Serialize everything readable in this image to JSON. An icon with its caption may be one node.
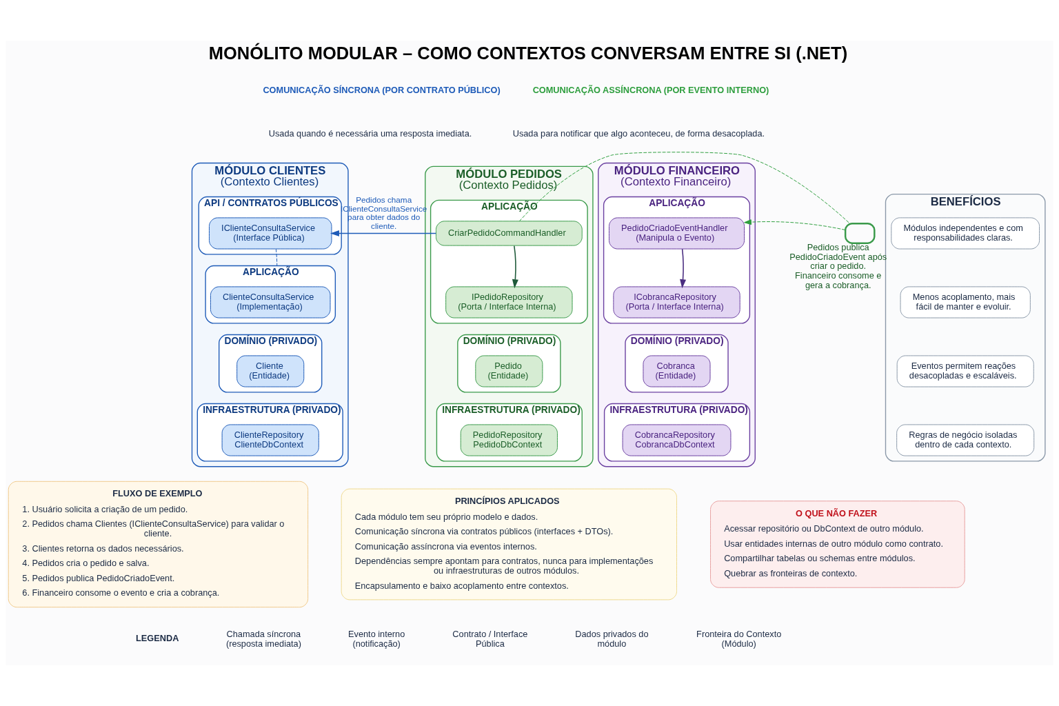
{
  "diagram": {
    "title": "MONÓLITO MODULAR – COMO CONTEXTOS CONVERSAM ENTRE SI (.NET)",
    "nodes": [
      {
        "text": [
          "MÓDULO CLIENTES",
          "(Contexto Clientes)"
        ]
      },
      {
        "text": [
          "API / CONTRATOS PÚBLICOS"
        ],
        "in": 0
      },
      {
        "text": [
          "IClienteConsultaService",
          "(Interface Pública)"
        ],
        "in": 1
      },
      {
        "text": [
          "APLICAÇÃO"
        ],
        "in": 0
      },
      {
        "text": [
          "ClienteConsultaService",
          "(Implementação)"
        ],
        "in": 3
      },
      {
        "text": [
          "DOMÍNIO (PRIVADO)"
        ],
        "in": 0
      },
      {
        "text": [
          "Cliente",
          "(Entidade)"
        ],
        "in": 5
      },
      {
        "text": [
          "INFRAESTRUTURA (PRIVADO)"
        ],
        "in": 0
      },
      {
        "text": [
          "ClienteRepository",
          "ClienteDbContext"
        ],
        "in": 7
      },
      {
        "text": [
          "MÓDULO PEDIDOS",
          "(Contexto Pedidos)"
        ]
      },
      {
        "text": [
          "APLICAÇÃO"
        ],
        "in": 9
      },
      {
        "text": [
          "CriarPedidoCommandHandler"
        ],
        "in": 10
      },
      {
        "text": [
          "IPedidoRepository",
          "(Porta / Interface Interna)"
        ],
        "in": 10
      },
      {
        "text": [
          "DOMÍNIO (PRIVADO)"
        ],
        "in": 9
      },
      {
        "text": [
          "Pedido",
          "(Entidade)"
        ],
        "in": 13
      },
      {
        "text": [
          "INFRAESTRUTURA (PRIVADO)"
        ],
        "in": 9
      },
      {
        "text": [
          "PedidoRepository",
          "PedidoDbContext"
        ],
        "in": 15
      },
      {
        "text": [
          "MÓDULO FINANCEIRO",
          "(Contexto Financeiro)"
        ]
      },
      {
        "text": [
          "APLICAÇÃO"
        ],
        "in": 17
      },
      {
        "text": [
          "PedidoCriadoEventHandler",
          "(Manipula o Evento)"
        ],
        "in": 18
      },
      {
        "text": [
          "ICobrancaRepository",
          "(Porta / Interface Interna)"
        ],
        "in": 18
      },
      {
        "text": [
          "DOMÍNIO (PRIVADO)"
        ],
        "in": 17
      },
      {
        "text": [
          "Cobranca",
          "(Entidade)"
        ],
        "in": 21
      },
      {
        "text": [
          "INFRAESTRUTURA (PRIVADO)"
        ],
        "in": 17
      },
      {
        "text": [
          "CobrancaRepository",
          "CobrancaDbContext"
        ],
        "in": 23
      },
      {
        "text": [],
        "shape": "envelope",
        "beside": [
          "Pedidos publica PedidoCriadoEvent após criar o pedido. Financeiro consome e gera a cobrança."
        ]
      },
      {
        "text": [
          "BENEFÍCIOS"
        ]
      },
      {
        "text": [
          "Módulos independentes e com responsabilidades claras."
        ],
        "in": 26
      },
      {
        "text": [
          "Menos acoplamento, mais fácil de manter e evoluir."
        ],
        "in": 26
      },
      {
        "text": [
          "Eventos permitem reações desacopladas e escaláveis."
        ],
        "in": 26
      },
      {
        "text": [
          "Regras de negócio isoladas dentro de cada contexto."
        ],
        "in": 26
      },
      {
        "text": [
          "FLUXO DE EXEMPLO",
          "1. Usuário solicita a criação de um pedido.",
          "2. Pedidos chama Clientes (IClienteConsultaService) para validar o cliente.",
          "3. Clientes retorna os dados necessários.",
          "4. Pedidos cria o pedido e salva.",
          "5. Pedidos publica PedidoCriadoEvent.",
          "6. Financeiro consome o evento e cria a cobrança."
        ]
      },
      {
        "text": [
          "PRINCÍPIOS APLICADOS",
          "Cada módulo tem seu próprio modelo e dados.",
          "Comunicação síncrona via contratos públicos (interfaces + DTOs).",
          "Comunicação assíncrona via eventos internos.",
          "Dependências sempre apontam para contratos, nunca para implementações ou infraestruturas de outros módulos.",
          "Encapsulamento e baixo acoplamento entre contextos."
        ]
      },
      {
        "text": [
          "O QUE NÃO FAZER",
          "Acessar repositório ou DbContext de outro módulo.",
          "Usar entidades internas de outro módulo como contrato.",
          "Compartilhar tabelas ou schemas entre módulos.",
          "Quebrar as fronteiras de contexto."
        ]
      }
    ],
    "edges": [
      {
        "from": 11,
        "to": 2,
        "arrow": "to",
        "label": "Pedidos chama IClienteConsultaService para obter dados do cliente.",
        "color": "#1e5bb8"
      },
      {
        "from": 2,
        "to": 3,
        "arrow": "none",
        "style": "dashed",
        "color": "#1e5bb8"
      },
      {
        "from": 11,
        "to": 12,
        "arrow": "to",
        "color": "#1f5a3a"
      },
      {
        "from": 19,
        "to": 20,
        "arrow": "to",
        "color": "#4a2d80"
      },
      {
        "from": 11,
        "to": 25,
        "arrow": "none",
        "style": "dashed",
        "color": "#2e9e3e"
      },
      {
        "from": 25,
        "to": 19,
        "arrow": "to",
        "style": "dashed",
        "color": "#2e9e3e"
      }
    ],
    "labels": [
      "COMUNICAÇÃO SÍNCRONA (POR CONTRATO PÚBLICO)",
      "Usada quando é necessária uma resposta imediata.",
      "COMUNICAÇÃO ASSÍNCRONA (POR EVENTO INTERNO)",
      "Usada para notificar que algo aconteceu, de forma desacoplada.",
      "LEGENDA"
    ],
    "legend": [
      {
        "text": "Chamada síncrona (resposta imediata)"
      },
      {
        "text": "Evento interno (notificação)"
      },
      {
        "text": "Contrato / Interface Pública"
      },
      {
        "text": "Dados privados do módulo"
      },
      {
        "text": "Fronteira do Contexto (Módulo)"
      }
    ]
  }
}
